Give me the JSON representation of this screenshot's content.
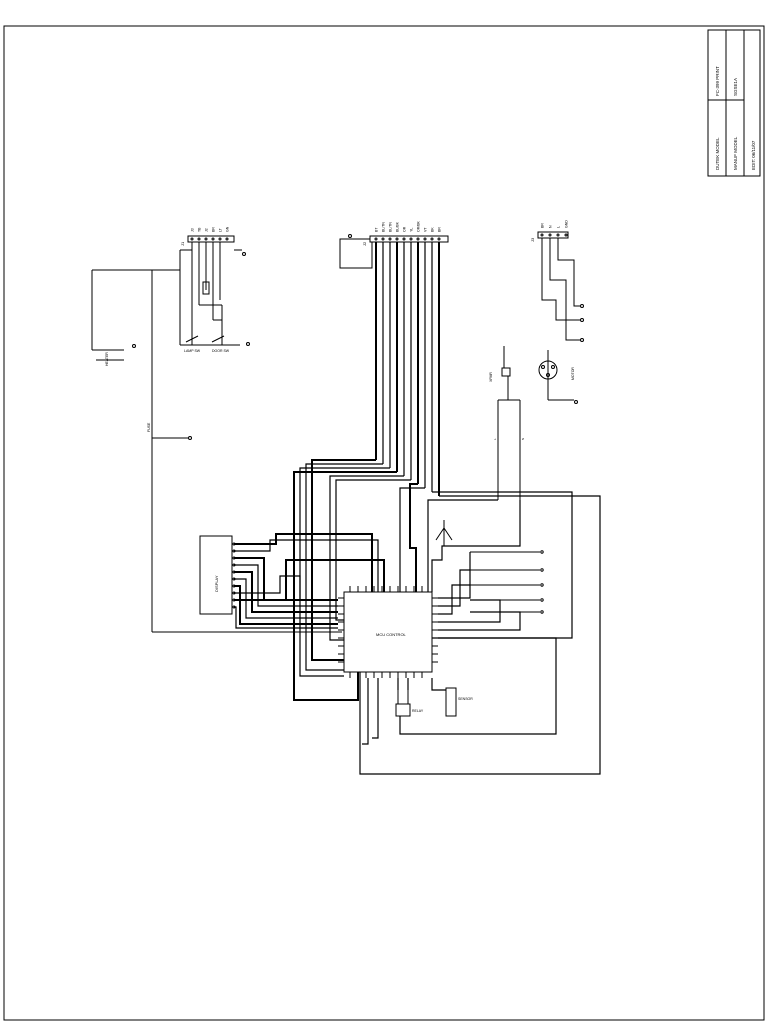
{
  "title_block": {
    "row1_label": "DUTEK MODEL",
    "row1_value": "FC-399 PRINT",
    "row2_label": "MANUF MODEL",
    "row2_value": "SGSE1A",
    "row3_label": "EDIT: 06/11/07"
  },
  "connectors": {
    "left_header": "J1",
    "left_pins": [
      "J3",
      "TB",
      "J2",
      "BR",
      "LT",
      "GN"
    ],
    "center_header": "J2",
    "center_pins": [
      "BT",
      "BL/TN",
      "BL/TN",
      "BL/BK",
      "OR",
      "YL",
      "OR/BK",
      "VT",
      "BK",
      "BR"
    ],
    "right_header": "J3",
    "right_pins": [
      "BR",
      "N",
      "L",
      "GND"
    ]
  },
  "components": {
    "main_ic": "MCU CONTROL",
    "display": "DISPLAY",
    "motor": "MOTOR",
    "transformer": "XFMR",
    "relay": "RELAY",
    "switch_lamp": "LAMP SW",
    "door_switch": "DOOR SW",
    "sensor": "SENSOR",
    "heater": "HEATER",
    "fuse": "FUSE"
  },
  "colors": {
    "line": "#000000",
    "background": "#ffffff"
  }
}
